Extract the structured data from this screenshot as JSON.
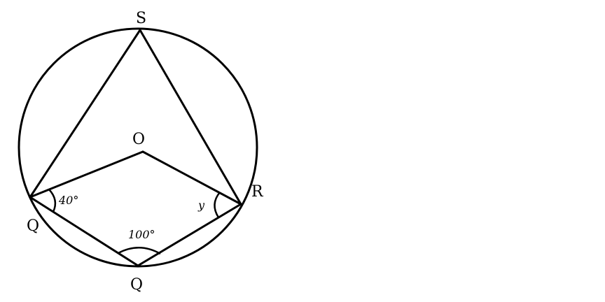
{
  "points": {
    "top": "S",
    "center": "O",
    "right": "R",
    "left": "Q",
    "bottom": "Q"
  },
  "angles": {
    "left": "40°",
    "right": "y",
    "bottom": "100°"
  },
  "colors": {
    "stroke": "#000000",
    "background": "#ffffff"
  }
}
